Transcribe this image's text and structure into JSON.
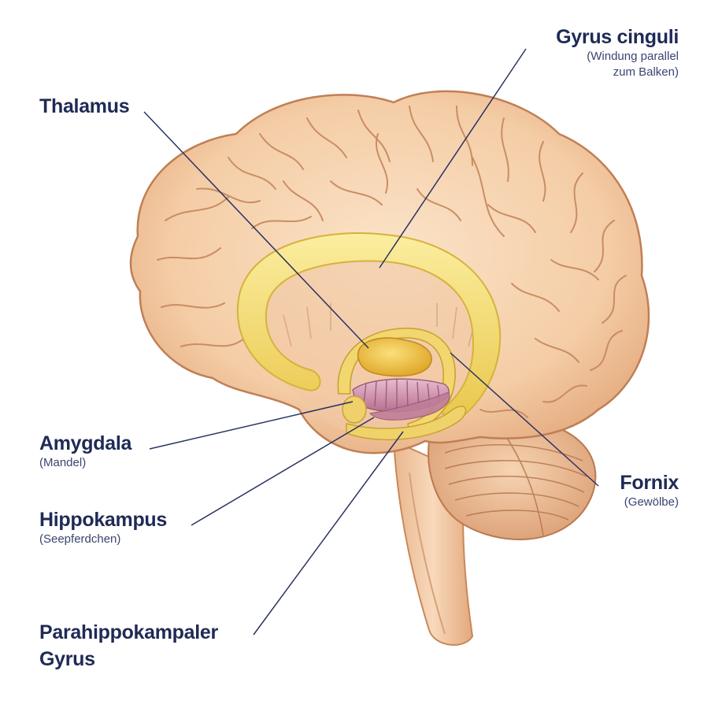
{
  "labels": {
    "gyrus_cinguli": {
      "title": "Gyrus cinguli",
      "sub1": "(Windung parallel",
      "sub2": "zum Balken)"
    },
    "thalamus": {
      "title": "Thalamus"
    },
    "amygdala": {
      "title": "Amygdala",
      "sub": "(Mandel)"
    },
    "hippokampus": {
      "title": "Hippokampus",
      "sub": "(Seepferdchen)"
    },
    "parahippokampaler": {
      "title1": "Parahippokampaler",
      "title2": "Gyrus"
    },
    "fornix": {
      "title": "Fornix",
      "sub": "(Gewölbe)"
    }
  },
  "colors": {
    "brain_fill": "#f6d2ae",
    "brain_shade": "#e8b48a",
    "brain_line": "#c9875a",
    "limbic_yellow": "#f4dc6a",
    "limbic_yellow_dark": "#d9b434",
    "thalamus": "#efc24a",
    "hippocampus": "#c98aa4",
    "leader_line": "#2a3262",
    "label_text": "#1f2a55"
  }
}
